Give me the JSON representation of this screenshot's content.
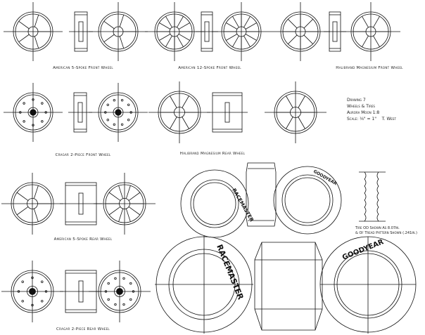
{
  "labels": {
    "am5_front": "American 5-Spoke Front Wheel",
    "am12_front": "American 12-Spoke Front Wheel",
    "hal_front": "Halibrand Magnesium Front Wheel",
    "cragar_front": "Cragar 2-Piece Front Wheel",
    "hal_rear": "Halibrand Magnesium Rear Wheel",
    "am5_rear": "American 5-Spoke Rear Wheel",
    "cragar_rear": "Cragar 2-Piece Rear Wheel"
  },
  "title_block": {
    "line1": "Drawing 7",
    "line2": "Wheels & Tires",
    "line3": "Aurora Moon 1:8",
    "scale": "Scale: ⅛\" = 1\"",
    "author": "T. West"
  },
  "tire_note": {
    "line1": "Tire OD Shown As 8.07in.",
    "line2": "& Of Tread Pattern Shown (.241in.)"
  },
  "tire_brands": {
    "racemaster": "RACEMASTER",
    "goodyear": "GOODYEAR"
  }
}
